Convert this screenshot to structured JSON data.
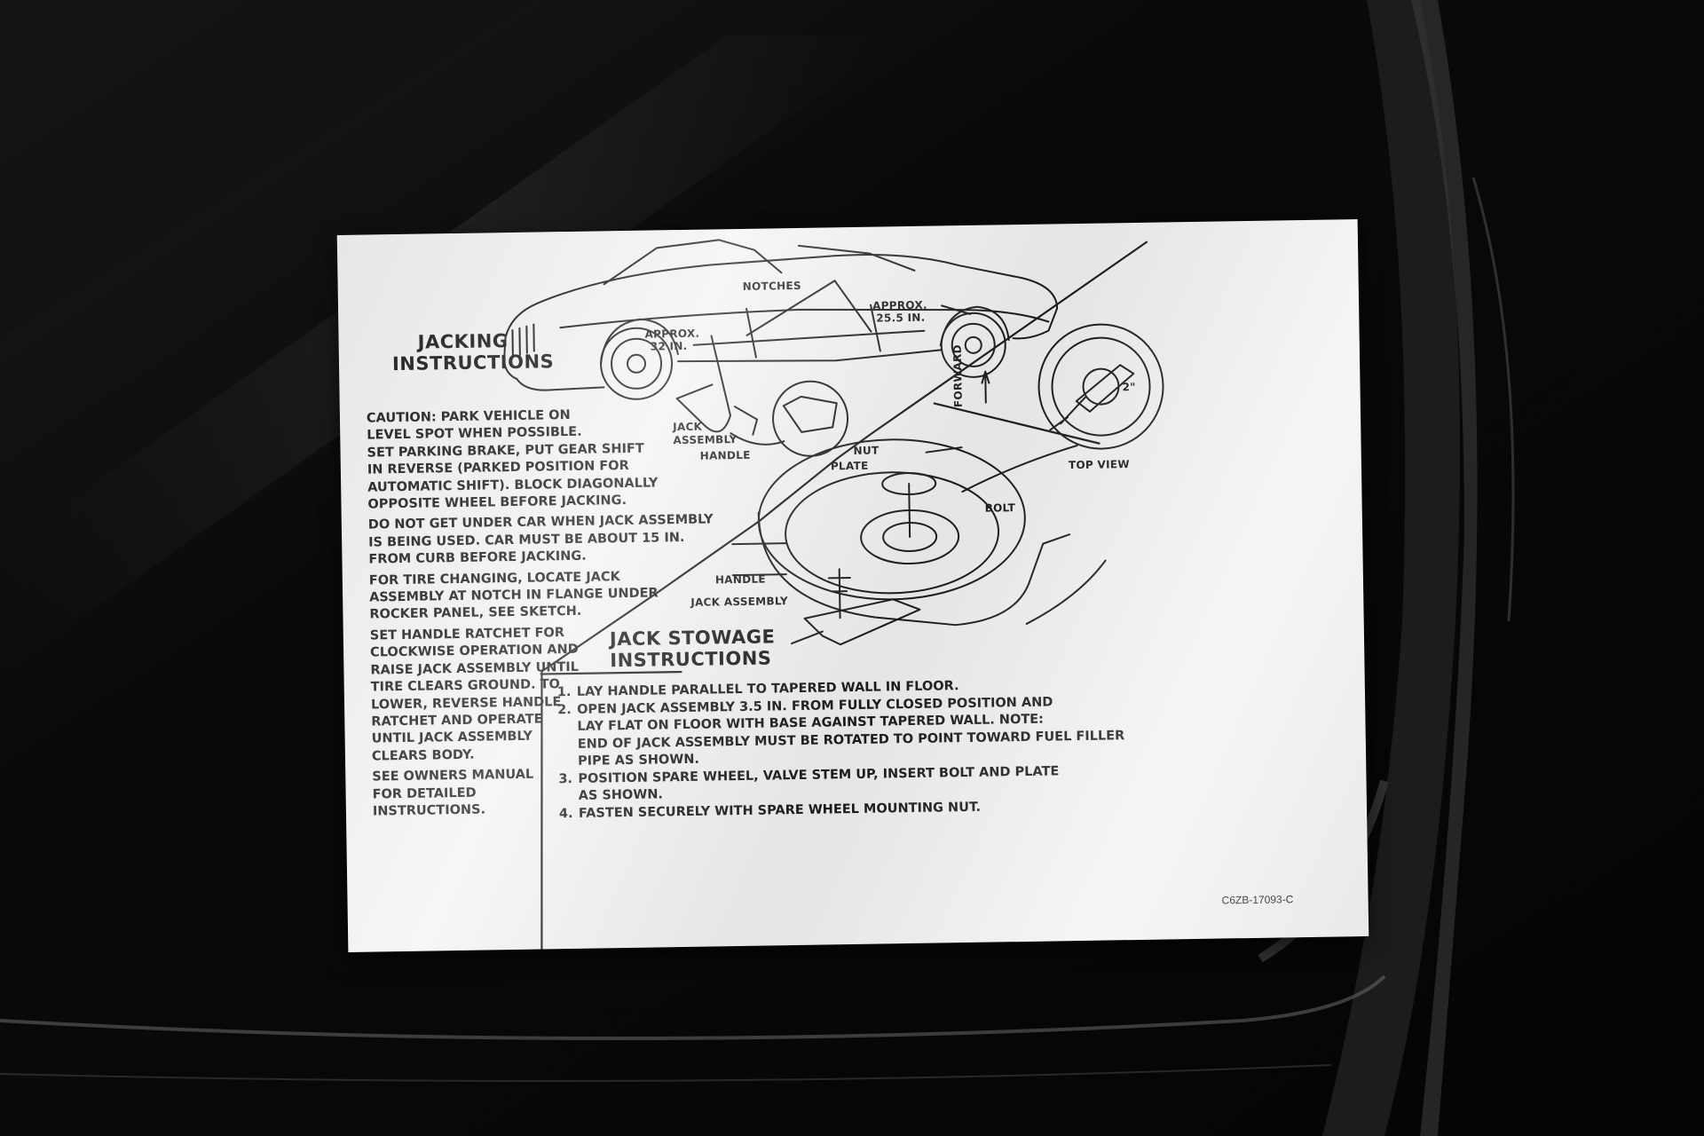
{
  "decal": {
    "jacking_heading": [
      "JACKING",
      "INSTRUCTIONS"
    ],
    "jacking_paragraphs": [
      [
        "CAUTION: PARK VEHICLE ON",
        "LEVEL SPOT WHEN POSSIBLE.",
        "SET PARKING BRAKE, PUT GEAR SHIFT",
        "IN REVERSE (PARKED POSITION FOR",
        "AUTOMATIC SHIFT). BLOCK DIAGONALLY",
        "OPPOSITE WHEEL BEFORE JACKING."
      ],
      [
        "DO NOT GET UNDER CAR WHEN JACK ASSEMBLY",
        "IS BEING USED. CAR MUST BE ABOUT 15 IN.",
        "FROM CURB BEFORE JACKING."
      ],
      [
        "FOR TIRE CHANGING, LOCATE JACK",
        "ASSEMBLY AT NOTCH IN FLANGE UNDER",
        "ROCKER PANEL, SEE SKETCH."
      ],
      [
        "SET HANDLE RATCHET FOR",
        "CLOCKWISE OPERATION AND",
        "RAISE JACK ASSEMBLY UNTIL",
        "TIRE CLEARS GROUND. TO",
        "LOWER, REVERSE HANDLE",
        "RATCHET AND OPERATE",
        "UNTIL JACK ASSEMBLY",
        "CLEARS BODY."
      ],
      [
        "SEE OWNERS MANUAL",
        "FOR DETAILED",
        "INSTRUCTIONS."
      ]
    ],
    "car_labels": {
      "notches": "NOTCHES",
      "approx_front": [
        "APPROX.",
        "32 IN."
      ],
      "approx_rear": [
        "APPROX.",
        "25.5 IN."
      ],
      "jack_assembly": [
        "JACK",
        "ASSEMBLY"
      ],
      "handle": "HANDLE"
    },
    "top_view": {
      "forward": "FORWARD",
      "dimension": "2\"",
      "label": "TOP VIEW"
    },
    "stowage_labels": {
      "nut": "NUT",
      "plate": "PLATE",
      "bolt": "BOLT",
      "handle": "HANDLE",
      "jack_assembly": "JACK ASSEMBLY"
    },
    "stowage_heading": [
      "JACK STOWAGE",
      "INSTRUCTIONS"
    ],
    "stowage_steps": [
      {
        "num": "1.",
        "lines": [
          "LAY HANDLE PARALLEL TO TAPERED WALL IN FLOOR."
        ]
      },
      {
        "num": "2.",
        "lines": [
          "OPEN JACK ASSEMBLY 3.5 IN. FROM FULLY CLOSED POSITION AND",
          "LAY FLAT ON FLOOR WITH BASE AGAINST TAPERED WALL. NOTE:",
          "END OF JACK ASSEMBLY MUST BE ROTATED TO POINT TOWARD FUEL FILLER",
          "PIPE AS SHOWN."
        ]
      },
      {
        "num": "3.",
        "lines": [
          "POSITION SPARE WHEEL, VALVE STEM UP, INSERT BOLT AND PLATE",
          "AS SHOWN."
        ]
      },
      {
        "num": "4.",
        "lines": [
          "FASTEN SECURELY WITH SPARE WHEEL MOUNTING NUT."
        ]
      }
    ],
    "part_number": "C6ZB-17093-C"
  },
  "colors": {
    "paint": "#050505",
    "decal": "#f3f3f1",
    "ink": "#1b1b1b"
  }
}
